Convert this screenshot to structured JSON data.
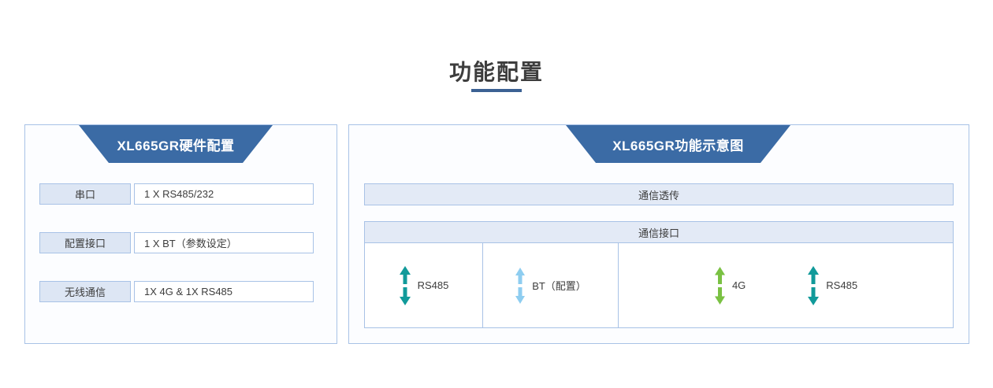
{
  "page": {
    "title": "功能配置",
    "accent_color": "#3b6193",
    "banner_color": "#3b6ba5",
    "border_color": "#a8c2e6"
  },
  "left_panel": {
    "banner_title": "XL665GR硬件配置",
    "rows": [
      {
        "label": "串口",
        "value": "1 X RS485/232"
      },
      {
        "label": "配置接口",
        "value": "1 X BT（参数设定）"
      },
      {
        "label": "无线通信",
        "value": "1X 4G & 1X RS485"
      }
    ]
  },
  "right_panel": {
    "banner_title": "XL665GR功能示意图",
    "bars": [
      {
        "label": "通信透传"
      },
      {
        "label": "通信接口"
      }
    ],
    "interfaces": [
      {
        "label": "RS485",
        "arrow_color": "#119a9a",
        "arrow_icon": "double-arrow-vertical-icon",
        "size": "large"
      },
      {
        "label": "BT（配置）",
        "arrow_color": "#8ecdf0",
        "arrow_icon": "double-arrow-vertical-icon",
        "size": "small"
      },
      {
        "label": "4G",
        "arrow_color": "#7ac143",
        "arrow_icon": "double-arrow-vertical-icon",
        "size": "medium"
      },
      {
        "label": "RS485",
        "arrow_color": "#119a9a",
        "arrow_icon": "double-arrow-vertical-icon",
        "size": "large"
      }
    ]
  }
}
